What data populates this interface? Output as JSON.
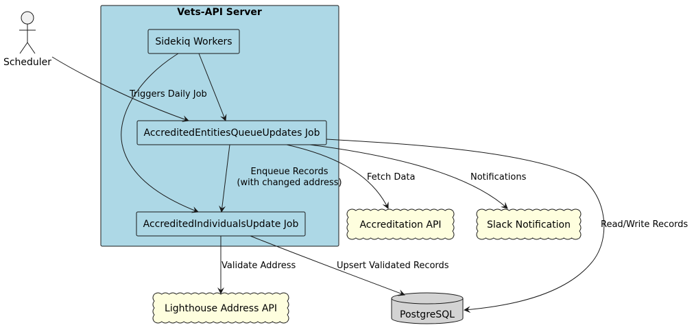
{
  "container": {
    "title": "Vets-API Server"
  },
  "actor": {
    "label": "Scheduler"
  },
  "nodes": {
    "sidekiq": "Sidekiq Workers",
    "queue_job": "AccreditedEntitiesQueueUpdates Job",
    "individuals_job": "AccreditedIndividualsUpdate Job",
    "accreditation_api": "Accreditation API",
    "slack": "Slack Notification",
    "lighthouse": "Lighthouse Address API",
    "postgres": "PostgreSQL"
  },
  "edges": {
    "triggers": "Triggers Daily Job",
    "enqueue_line1": "Enqueue Records",
    "enqueue_line2": "(with changed address)",
    "fetch": "Fetch Data",
    "notifications": "Notifications",
    "read_write": "Read/Write Records",
    "validate": "Validate Address",
    "upsert": "Upsert Validated Records"
  },
  "colors": {
    "container_fill": "#ADD8E6",
    "cloud_fill": "#FEFEDE",
    "database_fill": "#D3D3D3",
    "actor_fill": "#F1F1F1",
    "stroke": "#181818"
  }
}
